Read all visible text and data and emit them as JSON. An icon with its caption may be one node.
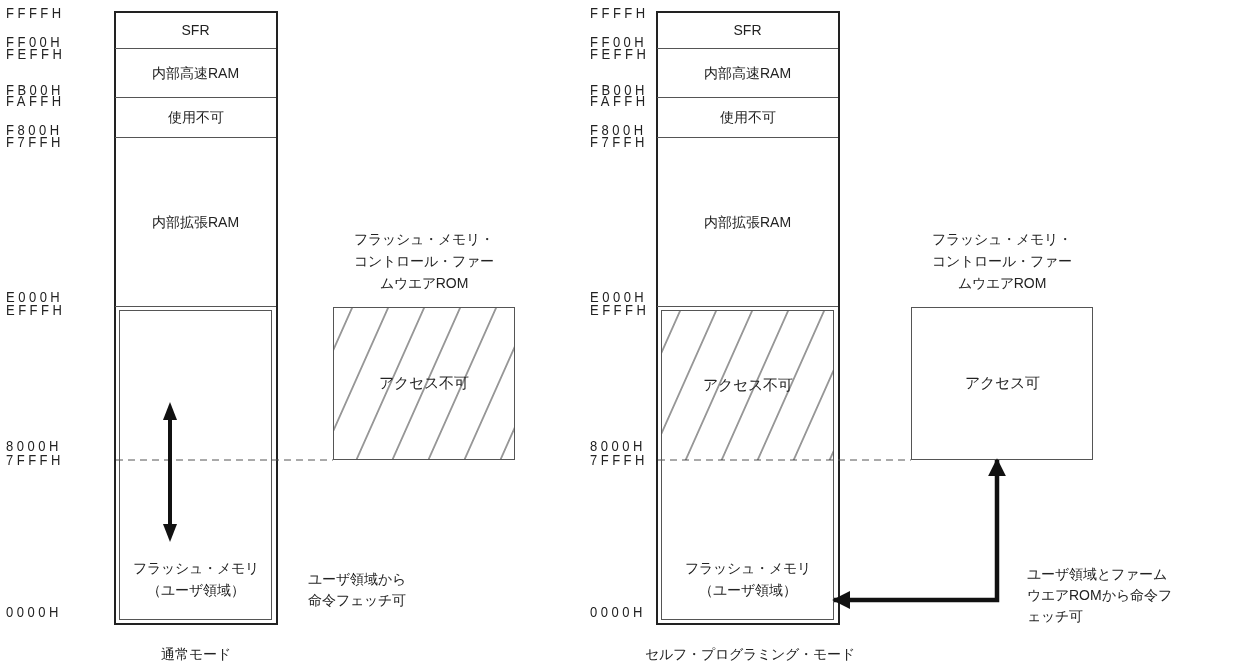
{
  "diagram": {
    "nodes": [
      {
        "text": [
          "SFR"
        ]
      },
      {
        "text": [
          "内部高速RAM"
        ]
      },
      {
        "text": [
          "使用不可"
        ]
      },
      {
        "text": [
          "内部拡張RAM"
        ]
      },
      {
        "text": [
          "フラッシュ・メモリ（ユーザ領域）"
        ]
      },
      {
        "text": [
          "フラッシュ・メモリ・コントロール・ファームウエアROM",
          "アクセス不可"
        ]
      },
      {
        "text": [
          "SFR"
        ]
      },
      {
        "text": [
          "内部高速RAM"
        ]
      },
      {
        "text": [
          "使用不可"
        ]
      },
      {
        "text": [
          "内部拡張RAM"
        ]
      },
      {
        "text": [
          "フラッシュ・メモリ（ユーザ領域）"
        ]
      },
      {
        "text": [
          "アクセス不可"
        ],
        "in": 10
      },
      {
        "text": [
          "フラッシュ・メモリ・コントロール・ファームウエアROM",
          "アクセス可"
        ]
      }
    ],
    "edges": [
      {
        "from": 12,
        "to": 10,
        "arrow": "both",
        "label": "ユーザ領域とファームウエアROMから命令フェッチ可"
      }
    ],
    "labels": [
      "FFFFH",
      "FF00H",
      "FEFFH",
      "FB00H",
      "FAFFH",
      "F800H",
      "F7FFH",
      "E000H",
      "EFFFH",
      "8000H",
      "7FFFH",
      "0000H",
      "ユーザ領域から命令フェッチ可",
      "通常モード",
      "FFFFH",
      "FF00H",
      "FEFFH",
      "FB00H",
      "FAFFH",
      "F800H",
      "F7FFH",
      "E000H",
      "EFFFH",
      "8000H",
      "7FFFH",
      "0000H",
      "セルフ・プログラミング・モード"
    ]
  }
}
